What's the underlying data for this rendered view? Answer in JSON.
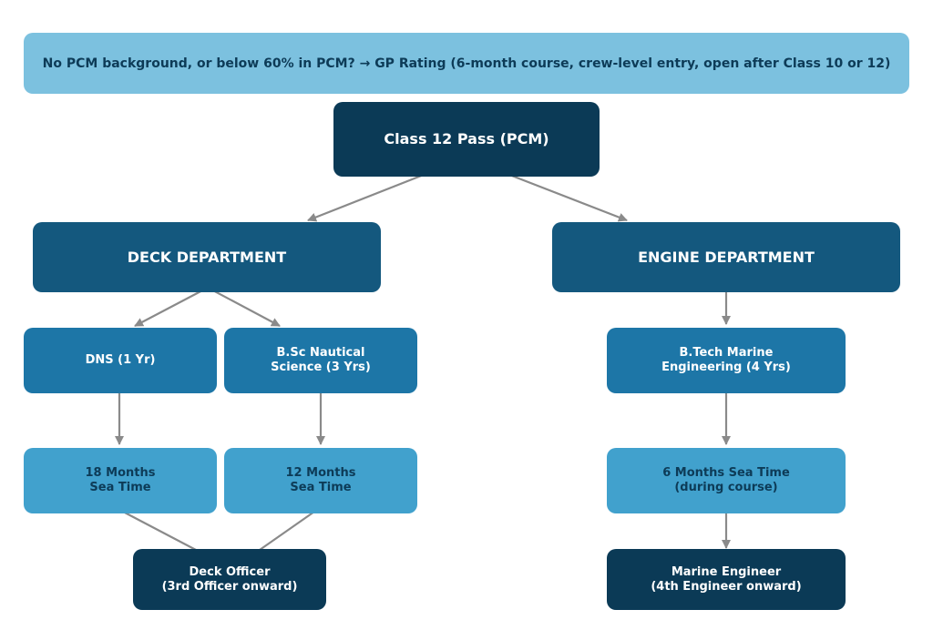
{
  "banner": {
    "text": "No PCM background, or below 60% in PCM?  →  GP Rating (6-month course, crew-level entry, open after Class 10 or 12)"
  },
  "root": {
    "label": "Class 12 Pass (PCM)"
  },
  "deck": {
    "title": "DECK DEPARTMENT",
    "dns": {
      "label": "DNS (1 Yr)",
      "sea": "18 Months\nSea Time"
    },
    "bsc": {
      "label": "B.Sc Nautical\nScience (3 Yrs)",
      "sea": "12 Months\nSea Time"
    },
    "outcome": "Deck Officer\n(3rd Officer onward)"
  },
  "engine": {
    "title": "ENGINE DEPARTMENT",
    "btech": {
      "label": "B.Tech Marine\nEngineering (4 Yrs)",
      "sea": "6 Months Sea Time\n(during course)"
    },
    "outcome": "Marine Engineer\n(4th Engineer onward)"
  },
  "colors": {
    "banner_bg": "#7cc1df",
    "dark_navy": "#0b3a56",
    "department": "#14587e",
    "course": "#1d76a7",
    "sea_time": "#41a1cd",
    "connector": "#8a8a8a"
  }
}
